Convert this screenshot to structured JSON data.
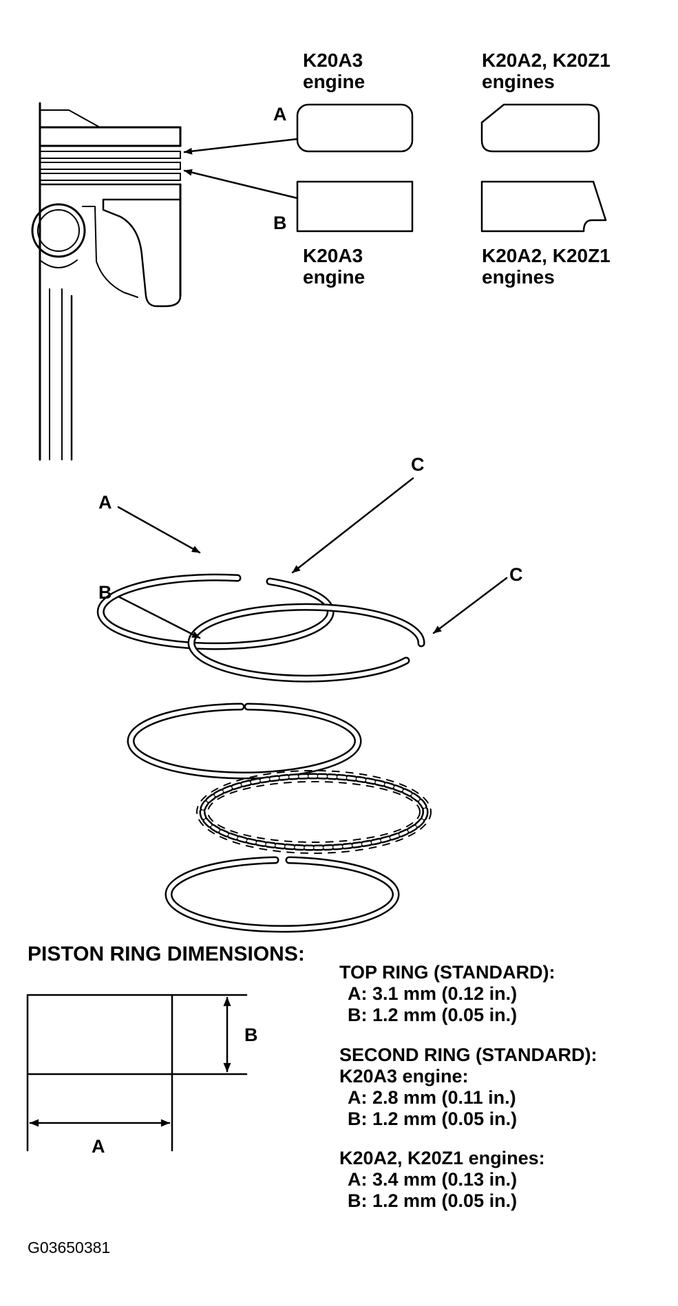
{
  "piston_detail": {
    "k20a3_top": [
      "K20A3",
      "engine"
    ],
    "k20a2_top": [
      "K20A2, K20Z1",
      "engines"
    ],
    "k20a3_bottom": [
      "K20A3",
      "engine"
    ],
    "k20a2_bottom": [
      "K20A2, K20Z1",
      "engines"
    ],
    "label_a": "A",
    "label_b": "B"
  },
  "ring_stack": {
    "label_a": "A",
    "label_b": "B",
    "label_c_top": "C",
    "label_c_right": "C"
  },
  "dimensions": {
    "heading": "PISTON RING DIMENSIONS:",
    "diagram_label_a": "A",
    "diagram_label_b": "B",
    "top_ring_heading": "TOP RING (STANDARD):",
    "top_ring_a": "A: 3.1 mm (0.12 in.)",
    "top_ring_b": "B: 1.2 mm (0.05 in.)",
    "second_ring_heading": "SECOND RING (STANDARD):",
    "k20a3_heading": "K20A3 engine:",
    "k20a3_a": "A: 2.8 mm (0.11 in.)",
    "k20a3_b": "B: 1.2 mm (0.05 in.)",
    "k20a2_heading": "K20A2, K20Z1 engines:",
    "k20a2_a": "A: 3.4 mm (0.13 in.)",
    "k20a2_b": "B: 1.2 mm (0.05 in.)"
  },
  "figure_id": "G03650381"
}
